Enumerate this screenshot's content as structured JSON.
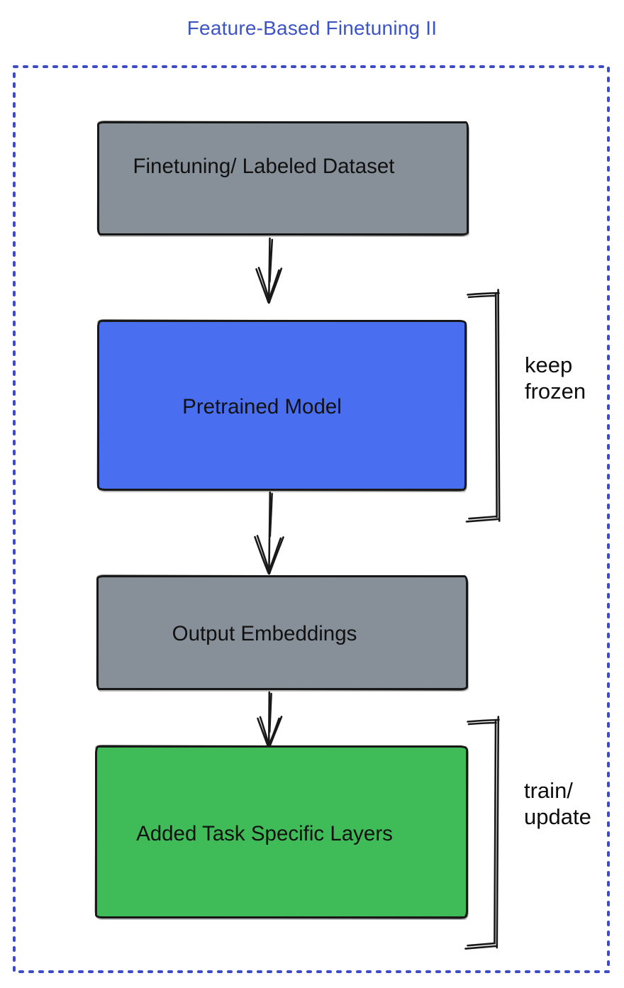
{
  "title": "Feature-Based Finetuning II",
  "colors": {
    "title": "#3C54C6",
    "frame": "#3D4BC7",
    "ink": "#191919"
  },
  "diagram": {
    "nodes": [
      {
        "id": "finetuning-dataset",
        "label": "Finetuning/ Labeled Dataset",
        "fill": "#878F99"
      },
      {
        "id": "pretrained-model",
        "label": "Pretrained Model",
        "fill": "#4A6EF0"
      },
      {
        "id": "output-embeddings",
        "label": "Output Embeddings",
        "fill": "#878F99"
      },
      {
        "id": "task-specific-layers",
        "label": "Added Task Specific Layers",
        "fill": "#3FBC58"
      }
    ],
    "connectors": [
      {
        "from": "finetuning-dataset",
        "to": "pretrained-model",
        "type": "arrow-down"
      },
      {
        "from": "pretrained-model",
        "to": "output-embeddings",
        "type": "arrow-down"
      },
      {
        "from": "output-embeddings",
        "to": "task-specific-layers",
        "type": "arrow-down"
      }
    ],
    "annotations": [
      {
        "target": "pretrained-model",
        "lines": [
          "keep",
          "frozen"
        ]
      },
      {
        "target": "task-specific-layers",
        "lines": [
          "train/",
          "update"
        ]
      }
    ]
  }
}
